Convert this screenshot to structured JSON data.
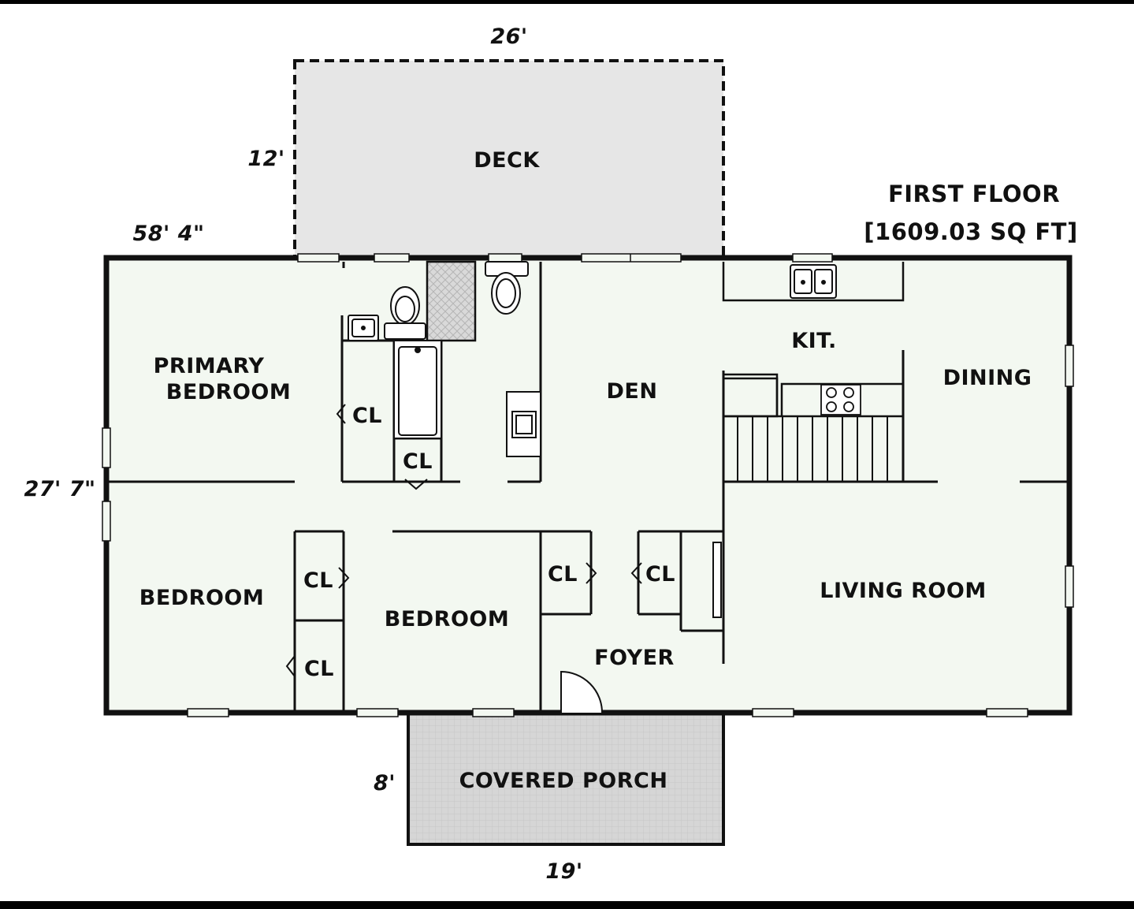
{
  "title": {
    "line1": "FIRST FLOOR",
    "line2": "[1609.03 SQ FT]"
  },
  "dimensions": {
    "deck_width": "26'",
    "deck_depth": "12'",
    "house_width": "58' 4\"",
    "house_depth": "27' 7\"",
    "porch_depth": "8'",
    "porch_width": "19'"
  },
  "rooms": {
    "deck": "DECK",
    "primary_bedroom_line1": "PRIMARY",
    "primary_bedroom_line2": "BEDROOM",
    "den": "DEN",
    "kitchen": "KIT.",
    "dining": "DINING",
    "bedroom_left": "BEDROOM",
    "bedroom_middle": "BEDROOM",
    "foyer": "FOYER",
    "living_room": "LIVING ROOM",
    "covered_porch": "COVERED PORCH"
  },
  "closet_label": "CL",
  "colors": {
    "background": "#ffffff",
    "interior": "#f3f8f1",
    "deck": "#e6e6e6",
    "porch": "#d9d9d9",
    "wall": "#111111",
    "frame_bar": "#000000"
  }
}
